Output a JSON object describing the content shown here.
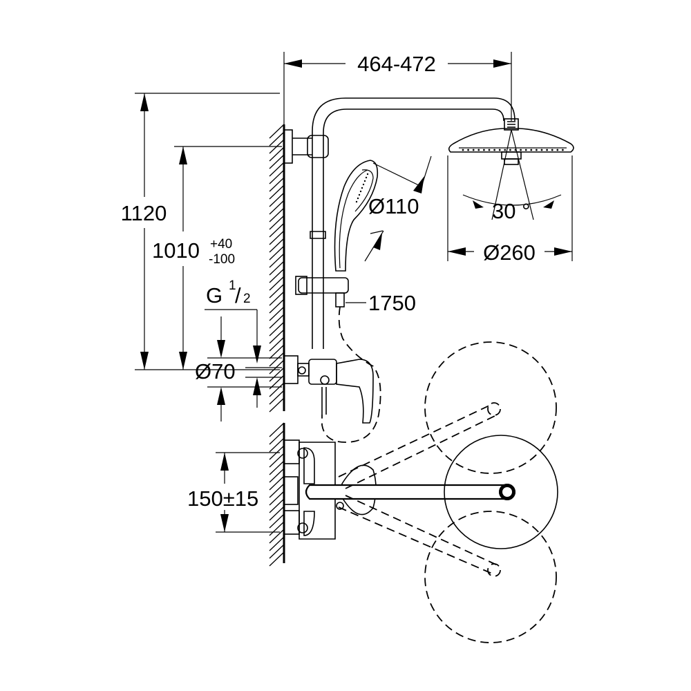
{
  "dimensions": {
    "width_reach": "464-472",
    "total_height": "1120",
    "adjust_height_main": "1010",
    "adjust_height_tol_plus": "+40",
    "adjust_height_tol_minus": "-100",
    "thread_base": "G",
    "thread_num": "1",
    "thread_slash": "/",
    "thread_den": "2",
    "rosette_diameter": "Ø70",
    "hand_shower_diameter": "Ø110",
    "hose_length": "1750",
    "spray_angle": "30 °",
    "head_shower_diameter": "Ø260",
    "inlet_centres": "150±15"
  }
}
